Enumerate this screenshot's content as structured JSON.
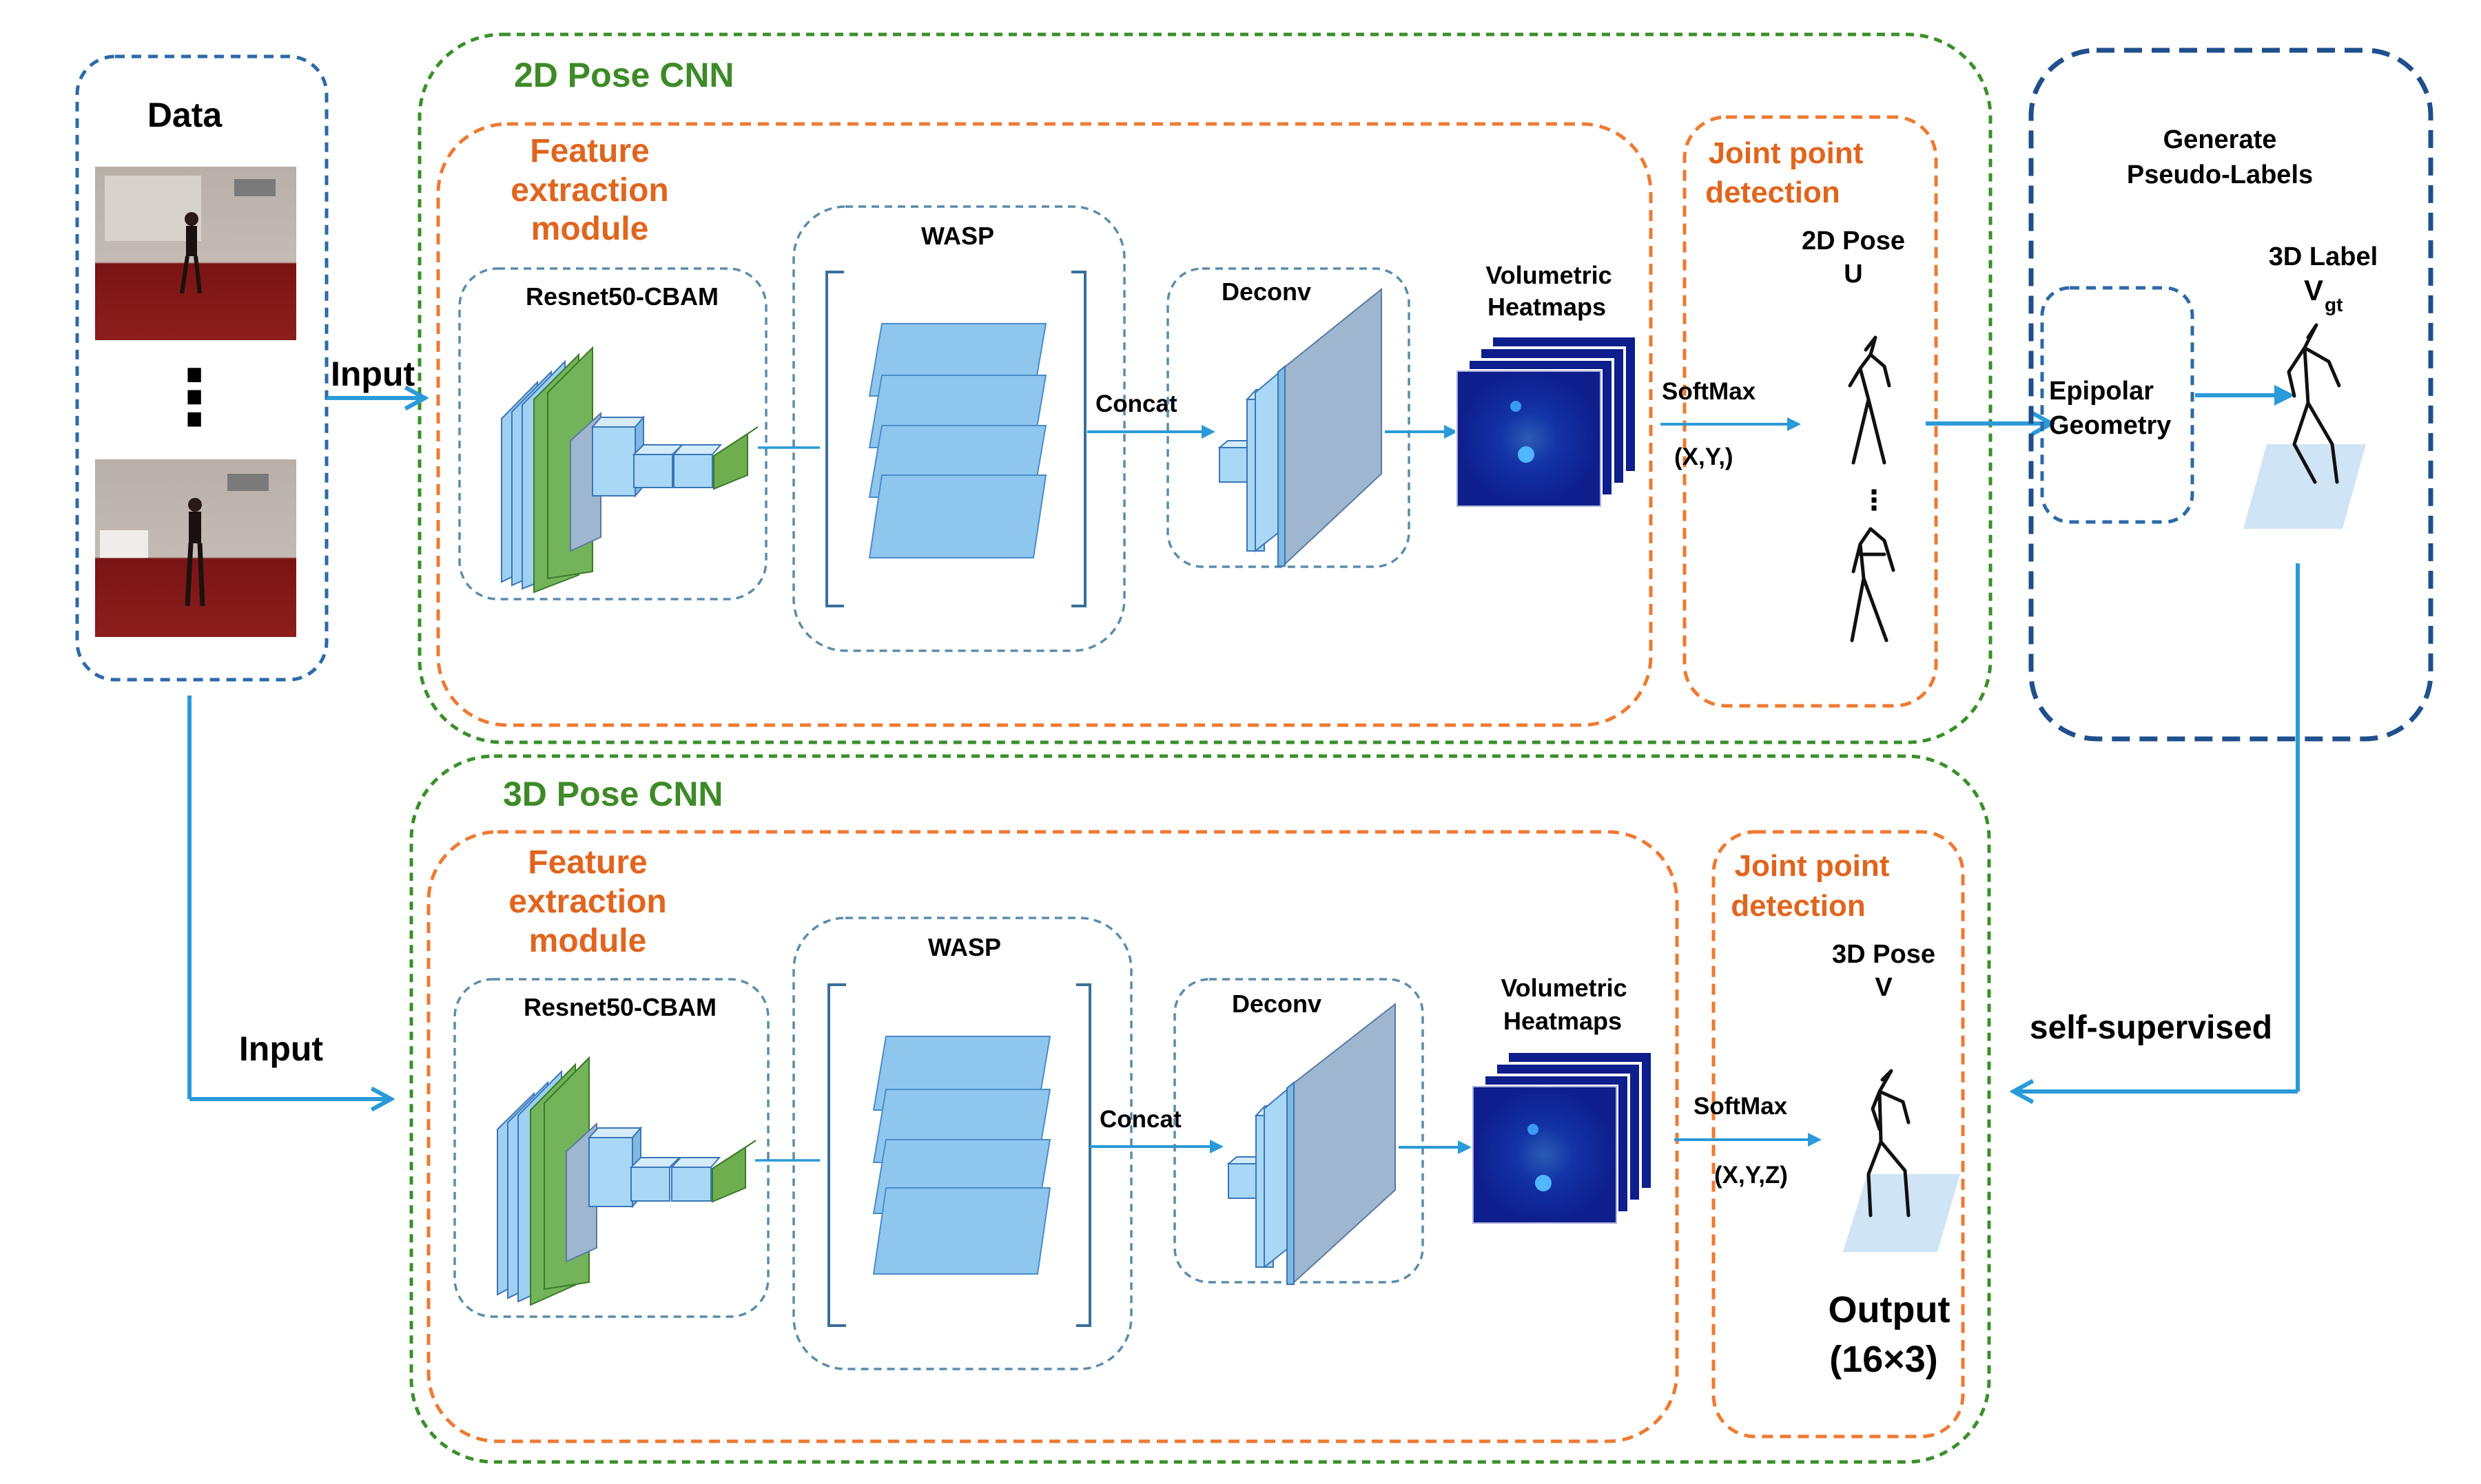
{
  "diagram": {
    "data_panel": {
      "title": "Data",
      "ellipsis": "⋮"
    },
    "pose2d": {
      "title": "2D Pose CNN",
      "input_label": "Input",
      "feature": {
        "title_line1": "Feature",
        "title_line2": "extraction",
        "title_line3": "module"
      },
      "resnet_label": "Resnet50-CBAM",
      "wasp_label": "WASP",
      "concat_label": "Concat",
      "deconv_label": "Deconv",
      "heatmaps_line1": "Volumetric",
      "heatmaps_line2": "Heatmaps",
      "softmax_label": "SoftMax",
      "coords_label": "(X,Y,)",
      "joint": {
        "title_line1": "Joint point",
        "title_line2": "detection"
      },
      "pose_line1": "2D Pose",
      "pose_line2": "U"
    },
    "pseudo": {
      "title_line1": "Generate",
      "title_line2": "Pseudo-Labels",
      "label_line1": "3D Label",
      "label_symbol": "V",
      "label_subscript": "gt",
      "epipolar_line1": "Epipolar",
      "epipolar_line2": "Geometry"
    },
    "pose3d": {
      "title": "3D Pose CNN",
      "input_label": "Input",
      "feature": {
        "title_line1": "Feature",
        "title_line2": "extraction",
        "title_line3": "module"
      },
      "resnet_label": "Resnet50-CBAM",
      "wasp_label": "WASP",
      "concat_label": "Concat",
      "deconv_label": "Deconv",
      "heatmaps_line1": "Volumetric",
      "heatmaps_line2": "Heatmaps",
      "softmax_label": "SoftMax",
      "coords_label": "(X,Y,Z)",
      "joint": {
        "title_line1": "Joint point",
        "title_line2": "detection"
      },
      "pose_line1": "3D Pose",
      "pose_line2": "V",
      "output_line1": "Output",
      "output_line2": "(16×3)"
    },
    "self_supervised_label": "self-supervised",
    "colors": {
      "green_title": "#3e8a28",
      "orange_title": "#e0651e",
      "arrow": "#2a9ad8",
      "heatmap": "#0e1e8c"
    }
  }
}
